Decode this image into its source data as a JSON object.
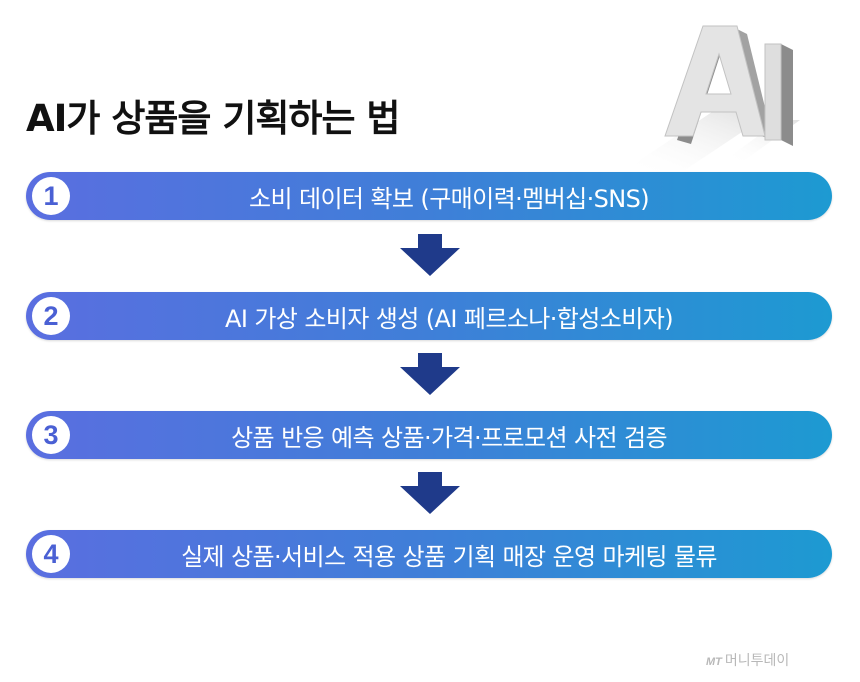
{
  "title": "AI가 상품을 기획하는 법",
  "logo_text": "AI",
  "steps": [
    {
      "num": "1",
      "text": "소비 데이터 확보 (구매이력·멤버십·SNS)"
    },
    {
      "num": "2",
      "text": "AI 가상 소비자 생성 (AI 페르소나·합성소비자)"
    },
    {
      "num": "3",
      "text": "상품 반응 예측 상품·가격·프로모션 사전 검증"
    },
    {
      "num": "4",
      "text": "실제 상품·서비스 적용 상품 기획 매장 운영 마케팅 물류"
    }
  ],
  "watermark": {
    "brand_mark": "MT",
    "text": "머니투데이"
  },
  "colors": {
    "bar_start": "#5a6ee0",
    "bar_end": "#1d9ad2",
    "arrow": "#1f3a8a",
    "number": "#4a60d4"
  }
}
